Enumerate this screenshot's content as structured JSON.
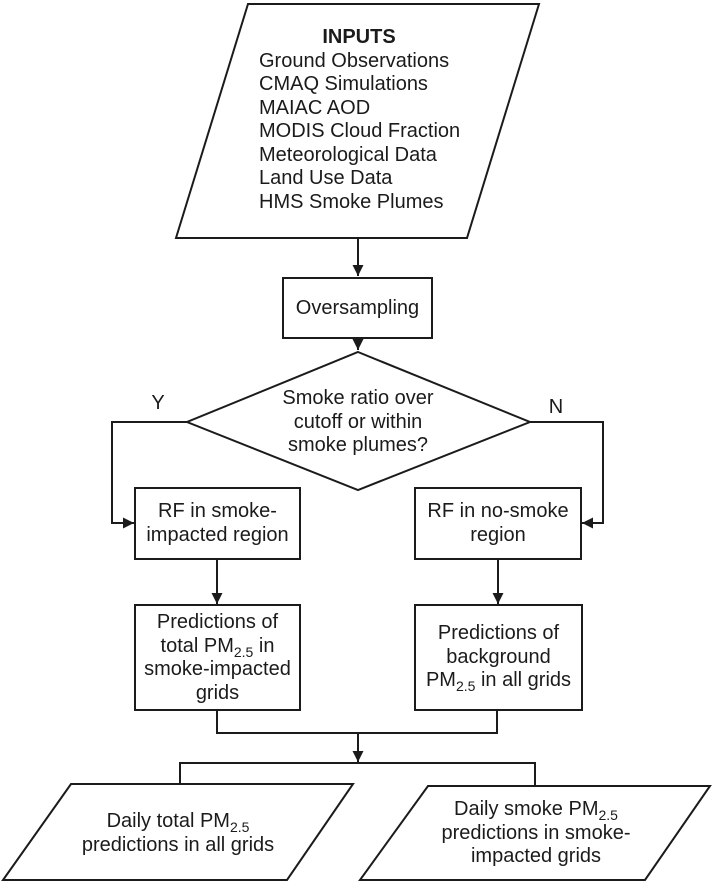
{
  "colors": {
    "line": "#1b1b1b",
    "text": "#1b1b1b",
    "background": "#ffffff"
  },
  "flowchart": {
    "inputs": {
      "title": "INPUTS",
      "items": [
        "Ground Observations",
        "CMAQ Simulations",
        "MAIAC AOD",
        "MODIS Cloud Fraction",
        "Meteorological Data",
        "Land Use Data",
        "HMS Smoke Plumes"
      ]
    },
    "oversampling": {
      "label": "Oversampling"
    },
    "decision": {
      "lines": [
        "Smoke ratio over",
        "cutoff or within",
        "smoke plumes?"
      ],
      "yes": "Y",
      "no": "N"
    },
    "rf_smoke": {
      "lines": [
        "RF in smoke-",
        "impacted region"
      ]
    },
    "rf_no_smoke": {
      "lines": [
        "RF in no-smoke",
        "region"
      ]
    },
    "predictions_total": {
      "lines": [
        "Predictions of",
        "total PM{2.5} in",
        "smoke-impacted",
        "grids"
      ]
    },
    "predictions_background": {
      "lines": [
        "Predictions of",
        "background",
        "PM{2.5} in all grids"
      ]
    },
    "output_daily_total": {
      "lines": [
        "Daily total PM{2.5}",
        "predictions in all grids"
      ]
    },
    "output_daily_smoke": {
      "lines": [
        "Daily smoke PM{2.5}",
        "predictions in smoke-",
        "impacted grids"
      ]
    }
  }
}
